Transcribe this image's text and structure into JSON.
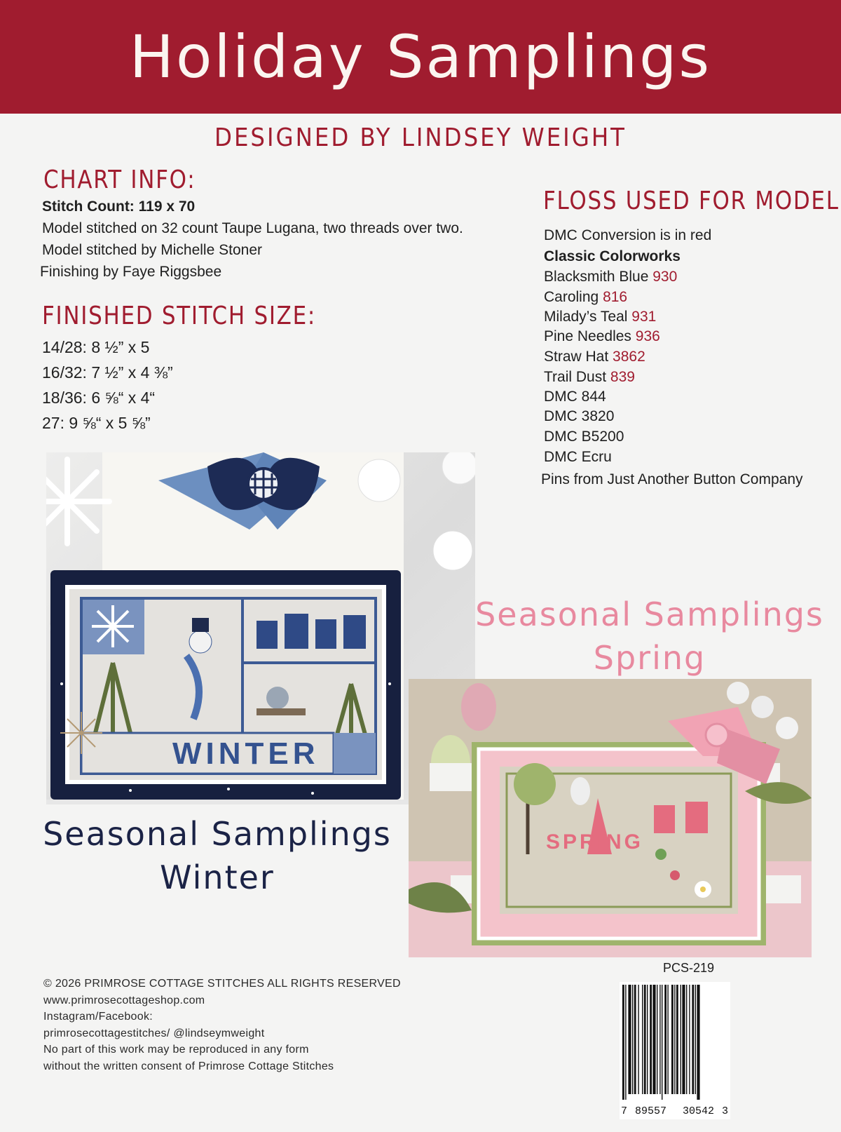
{
  "header": {
    "title": "Holiday Samplings",
    "designer": "DESIGNED BY LINDSEY WEIGHT"
  },
  "chart_info": {
    "heading": "CHART INFO:",
    "stitch_count": "Stitch Count: 119 x 70",
    "lines": [
      "Model stitched on 32 count Taupe Lugana, two threads over two.",
      "Model stitched by Michelle Stoner",
      "Finishing by Faye Riggsbee"
    ]
  },
  "finished_size": {
    "heading": "FINISHED STITCH SIZE:",
    "sizes": [
      "14/28:  8 ½” x 5",
      "16/32: 7 ½” x 4 ⅜”",
      "18/36: 6 ⅝“ x 4“",
      "27: 9 ⅝“ x 5 ⅝”"
    ]
  },
  "floss": {
    "heading": "FLOSS USED FOR MODEL:",
    "note": "DMC Conversion is in red",
    "brand": "Classic Colorworks",
    "items": [
      {
        "name": "Blacksmith Blue",
        "dmc": "930"
      },
      {
        "name": "Caroling",
        "dmc": "816"
      },
      {
        "name": "Milady’s Teal",
        "dmc": "931"
      },
      {
        "name": "Pine Needles",
        "dmc": "936"
      },
      {
        "name": "Straw Hat",
        "dmc": "3862"
      },
      {
        "name": "Trail Dust",
        "dmc": "839"
      }
    ],
    "dmc_items": [
      "DMC 844",
      "DMC 3820",
      "DMC B5200",
      "DMC Ecru"
    ],
    "pins": "Pins from Just Another Button Company"
  },
  "photos": {
    "winter_word": "WINTER",
    "spring_word": "SPRING",
    "spring_caption_1": "Seasonal Samplings",
    "spring_caption_2": "Spring",
    "winter_caption_1": "Seasonal Samplings",
    "winter_caption_2": "Winter"
  },
  "footer": {
    "copyright": "© 2026 PRIMROSE COTTAGE STITCHES     ALL RIGHTS RESERVED",
    "website": "www.primrosecottageshop.com",
    "social_label": "Instagram/Facebook:",
    "social_handles": "primrosecottagestitches/ @lindseymweight",
    "legal_1": "No part of this work may be reproduced in any form",
    "legal_2": "without the written consent of Primrose Cottage Stitches"
  },
  "product": {
    "sku": "PCS-219",
    "barcode_first": "7",
    "barcode_left": "89557",
    "barcode_right": "30542",
    "barcode_last": "3"
  },
  "colors": {
    "brand_red": "#a01c2f",
    "background": "#f4f4f3",
    "pink": "#e8899f",
    "navy": "#1b2346"
  }
}
